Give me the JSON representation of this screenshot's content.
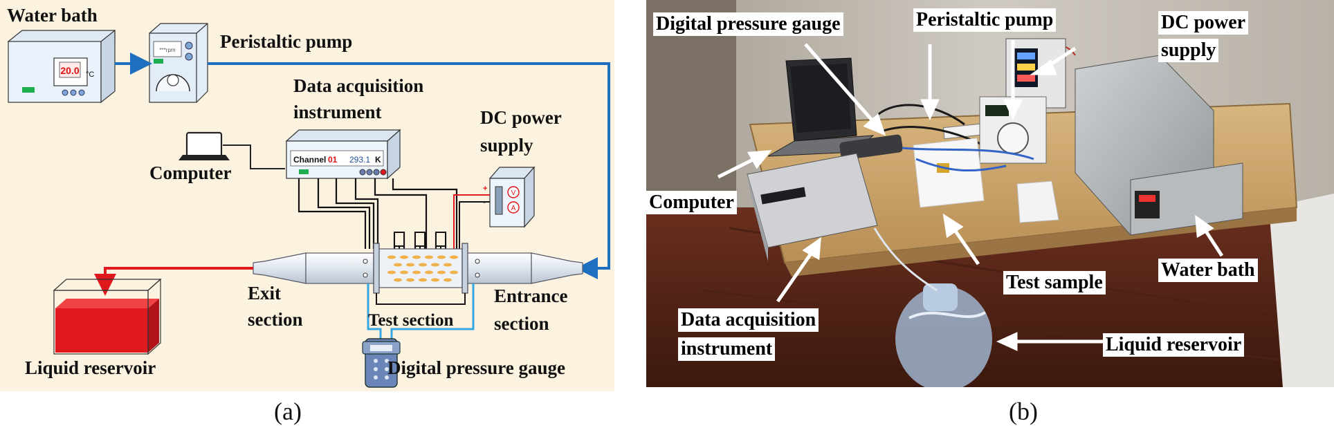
{
  "panel_a": {
    "caption": "(a)",
    "labels": {
      "water_bath": "Water bath",
      "peristaltic_pump": "Peristaltic pump",
      "daq_line1": "Data acquisition",
      "daq_line2": "instrument",
      "dc_line1": "DC power",
      "dc_line2": "supply",
      "computer": "Computer",
      "exit_line1": "Exit",
      "exit_line2": "section",
      "test_section": "Test section",
      "entrance_line1": "Entrance",
      "entrance_line2": "section",
      "liquid_reservoir": "Liquid reservoir",
      "digital_pressure_gauge": "Digital pressure gauge"
    },
    "water_bath_display": "20.0",
    "water_bath_unit": "°C",
    "pump_display": "***rpm",
    "daq_channel_label": "Channel",
    "daq_channel_value": "01",
    "daq_reading_value": "293.1",
    "daq_reading_unit": "K",
    "dc_v": "V",
    "dc_a": "A",
    "dc_plus": "+",
    "dc_minus": "-"
  },
  "panel_b": {
    "caption": "(b)",
    "labels": {
      "digital_pressure_gauge": "Digital pressure gauge",
      "peristaltic_pump": "Peristaltic pump",
      "dc_line1": "DC power",
      "dc_line2": "supply",
      "computer": "Computer",
      "test_sample": "Test sample",
      "water_bath": "Water bath",
      "daq_line1": "Data acquisition",
      "daq_line2": "instrument",
      "liquid_reservoir": "Liquid reservoir"
    }
  },
  "colors": {
    "panel_a_background": "#fbf3df",
    "flow_line": "#1f6fc0",
    "reservoir_liquid": "#e0191e",
    "accent_red": "#e0191e",
    "pressure_tube": "#3aa6e0"
  }
}
